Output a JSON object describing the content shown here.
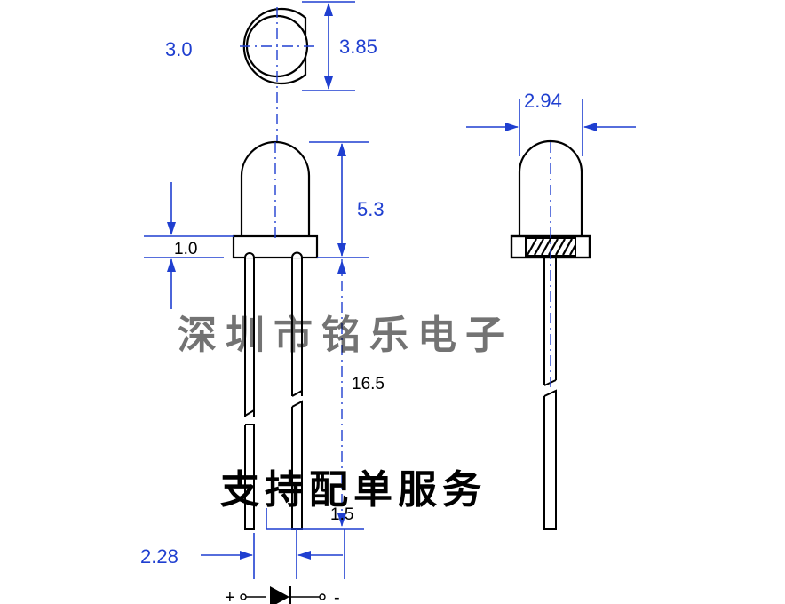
{
  "dimensions": {
    "lens_diameter": "3.0",
    "flange_height_top": "3.85",
    "flange_width_side": "2.94",
    "dome_height": "5.3",
    "flange_thickness": "1.0",
    "lead_length": "16.5",
    "lead_spacing": "1.5",
    "left_offset": "2.28"
  },
  "watermark": {
    "company": "深圳市铭乐电子",
    "service": "支持配单服务"
  },
  "polarity": {
    "anode": "+",
    "cathode": "-"
  },
  "colors": {
    "dimension": "#1f3fd0",
    "outline": "#000000"
  },
  "icons": {
    "diode_symbol": "diode-icon"
  }
}
